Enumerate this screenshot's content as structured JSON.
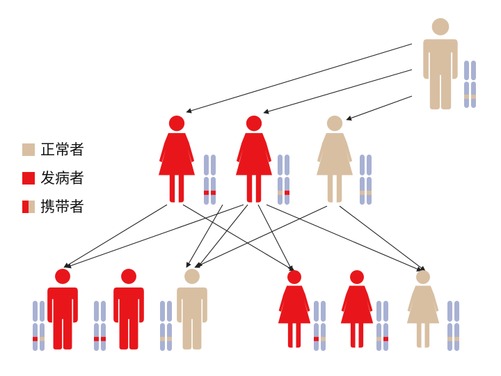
{
  "colors": {
    "normal": "#d8bfa2",
    "affected": "#e8161b",
    "chromosome": "#a8b1d3",
    "arrow": "#222222"
  },
  "legend": [
    {
      "label": "正常者",
      "status": "normal"
    },
    {
      "label": "发病者",
      "status": "affected"
    },
    {
      "label": "携带者",
      "status": "carrier"
    }
  ],
  "pedigree": {
    "father": {
      "gender": "male",
      "status": "normal",
      "chromosomes": [
        "normal",
        "normal"
      ]
    },
    "mothers": [
      {
        "gender": "female",
        "status": "affected",
        "chromosomes": [
          "affected",
          "affected"
        ]
      },
      {
        "gender": "female",
        "status": "affected",
        "chromosomes": [
          "normal",
          "affected"
        ]
      },
      {
        "gender": "female",
        "status": "normal",
        "chromosomes": [
          "normal",
          "normal"
        ]
      }
    ],
    "children": [
      {
        "gender": "male",
        "status": "affected",
        "chromosomes": [
          "affected",
          "normal"
        ]
      },
      {
        "gender": "male",
        "status": "affected",
        "chromosomes": [
          "affected",
          "affected"
        ]
      },
      {
        "gender": "male",
        "status": "normal",
        "chromosomes": [
          "normal",
          "normal"
        ]
      },
      {
        "gender": "female",
        "status": "affected",
        "chromosomes": [
          "affected",
          "normal"
        ]
      },
      {
        "gender": "female",
        "status": "affected",
        "chromosomes": [
          "normal",
          "affected"
        ]
      },
      {
        "gender": "female",
        "status": "normal",
        "chromosomes": [
          "normal",
          "normal"
        ]
      }
    ]
  }
}
